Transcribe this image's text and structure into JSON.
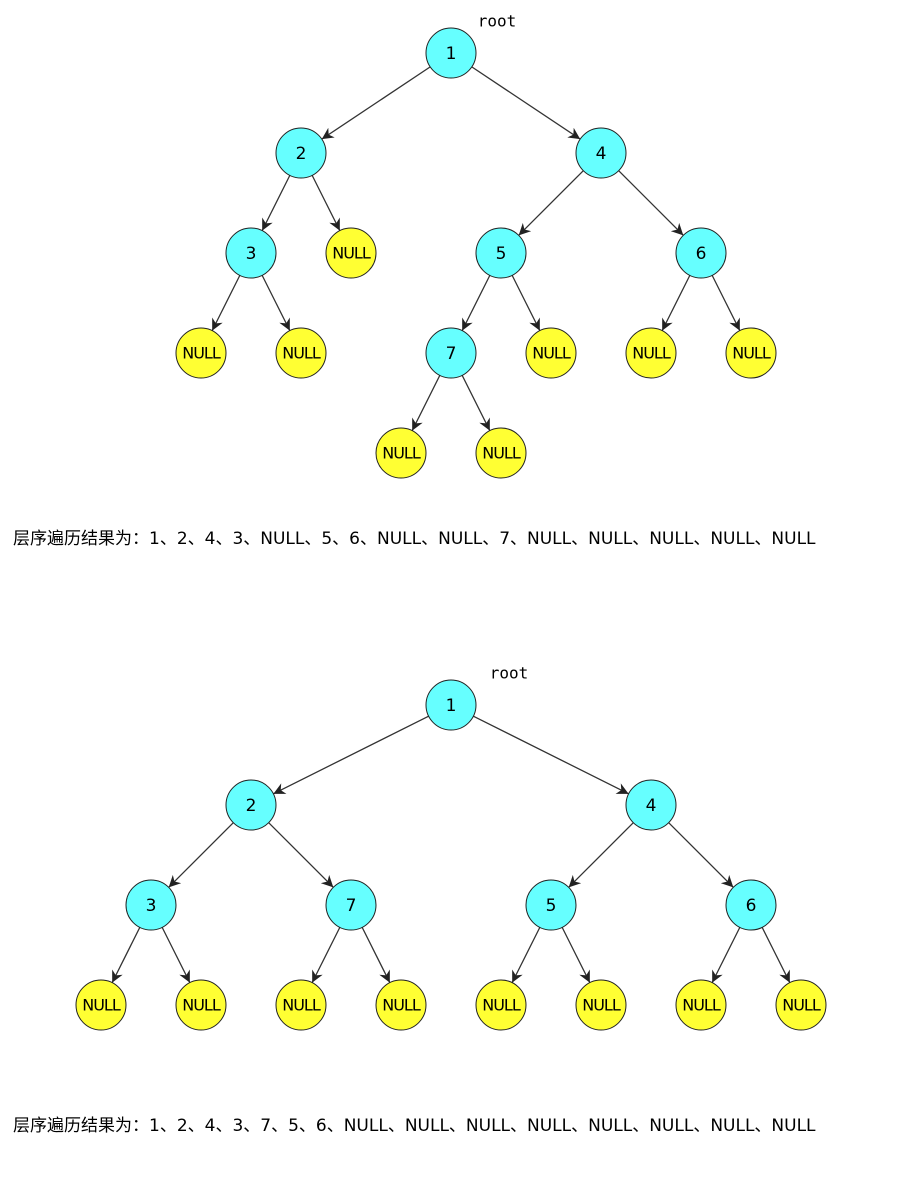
{
  "colors": {
    "value_node_fill": "#66ffff",
    "null_node_fill": "#ffff33",
    "edge": "#333333"
  },
  "trees": [
    {
      "root_label": "root",
      "nodes": [
        {
          "id": "n1",
          "label": "1",
          "kind": "value"
        },
        {
          "id": "n2",
          "label": "2",
          "kind": "value"
        },
        {
          "id": "n4",
          "label": "4",
          "kind": "value"
        },
        {
          "id": "n3",
          "label": "3",
          "kind": "value"
        },
        {
          "id": "n2r",
          "label": "NULL",
          "kind": "null"
        },
        {
          "id": "n5",
          "label": "5",
          "kind": "value"
        },
        {
          "id": "n6",
          "label": "6",
          "kind": "value"
        },
        {
          "id": "n3l",
          "label": "NULL",
          "kind": "null"
        },
        {
          "id": "n3r",
          "label": "NULL",
          "kind": "null"
        },
        {
          "id": "n7",
          "label": "7",
          "kind": "value"
        },
        {
          "id": "n5r",
          "label": "NULL",
          "kind": "null"
        },
        {
          "id": "n6l",
          "label": "NULL",
          "kind": "null"
        },
        {
          "id": "n6r",
          "label": "NULL",
          "kind": "null"
        },
        {
          "id": "n7l",
          "label": "NULL",
          "kind": "null"
        },
        {
          "id": "n7r",
          "label": "NULL",
          "kind": "null"
        }
      ],
      "edges": [
        [
          "n1",
          "n2"
        ],
        [
          "n1",
          "n4"
        ],
        [
          "n2",
          "n3"
        ],
        [
          "n2",
          "n2r"
        ],
        [
          "n4",
          "n5"
        ],
        [
          "n4",
          "n6"
        ],
        [
          "n3",
          "n3l"
        ],
        [
          "n3",
          "n3r"
        ],
        [
          "n5",
          "n7"
        ],
        [
          "n5",
          "n5r"
        ],
        [
          "n6",
          "n6l"
        ],
        [
          "n6",
          "n6r"
        ],
        [
          "n7",
          "n7l"
        ],
        [
          "n7",
          "n7r"
        ]
      ],
      "caption": "层序遍历结果为：1、2、4、3、NULL、5、6、NULL、NULL、7、NULL、NULL、NULL、NULL、NULL"
    },
    {
      "root_label": "root",
      "nodes": [
        {
          "id": "m1",
          "label": "1",
          "kind": "value"
        },
        {
          "id": "m2",
          "label": "2",
          "kind": "value"
        },
        {
          "id": "m4",
          "label": "4",
          "kind": "value"
        },
        {
          "id": "m3",
          "label": "3",
          "kind": "value"
        },
        {
          "id": "m7",
          "label": "7",
          "kind": "value"
        },
        {
          "id": "m5",
          "label": "5",
          "kind": "value"
        },
        {
          "id": "m6",
          "label": "6",
          "kind": "value"
        },
        {
          "id": "m3l",
          "label": "NULL",
          "kind": "null"
        },
        {
          "id": "m3r",
          "label": "NULL",
          "kind": "null"
        },
        {
          "id": "m7l",
          "label": "NULL",
          "kind": "null"
        },
        {
          "id": "m7r",
          "label": "NULL",
          "kind": "null"
        },
        {
          "id": "m5l",
          "label": "NULL",
          "kind": "null"
        },
        {
          "id": "m5r",
          "label": "NULL",
          "kind": "null"
        },
        {
          "id": "m6l",
          "label": "NULL",
          "kind": "null"
        },
        {
          "id": "m6r",
          "label": "NULL",
          "kind": "null"
        }
      ],
      "edges": [
        [
          "m1",
          "m2"
        ],
        [
          "m1",
          "m4"
        ],
        [
          "m2",
          "m3"
        ],
        [
          "m2",
          "m7"
        ],
        [
          "m4",
          "m5"
        ],
        [
          "m4",
          "m6"
        ],
        [
          "m3",
          "m3l"
        ],
        [
          "m3",
          "m3r"
        ],
        [
          "m7",
          "m7l"
        ],
        [
          "m7",
          "m7r"
        ],
        [
          "m5",
          "m5l"
        ],
        [
          "m5",
          "m5r"
        ],
        [
          "m6",
          "m6l"
        ],
        [
          "m6",
          "m6r"
        ]
      ],
      "caption": "层序遍历结果为：1、2、4、3、7、5、6、NULL、NULL、NULL、NULL、NULL、NULL、NULL、NULL"
    }
  ]
}
